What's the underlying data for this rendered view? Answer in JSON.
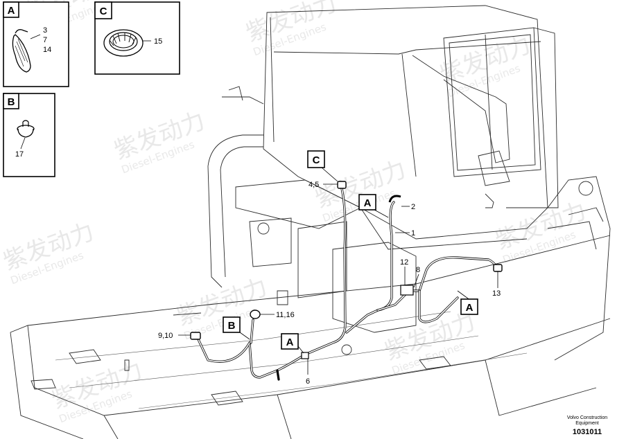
{
  "insets": [
    {
      "letter": "A",
      "numbers": [
        "3",
        "7",
        "14"
      ]
    },
    {
      "letter": "B",
      "numbers": [
        "17"
      ]
    },
    {
      "letter": "C",
      "numbers": [
        "15"
      ]
    }
  ],
  "callout_letters": [
    "C",
    "A",
    "B",
    "A",
    "A"
  ],
  "callout_numbers": [
    "4,5",
    "2",
    "1",
    "12",
    "8",
    "13",
    "11,16",
    "9,10",
    "6"
  ],
  "watermark": {
    "cn": "紫发动力",
    "en": "Diesel-Engines"
  },
  "footer": {
    "brand": "Volvo Construction Equipment",
    "drawing_number": "1031011"
  }
}
